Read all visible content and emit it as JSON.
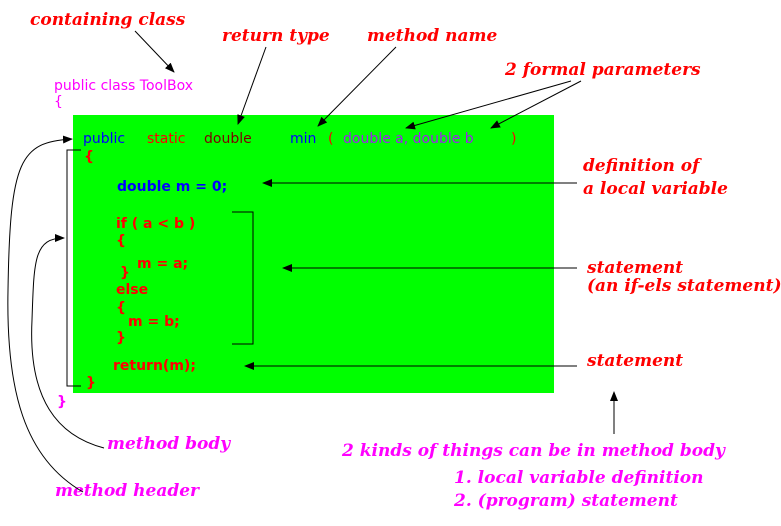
{
  "colors": {
    "box": "#00ff00",
    "annotation_red": "#ff0000",
    "annotation_magenta": "#ff00ff",
    "keyword_blue": "#0000ff",
    "type_dark": "#7f0000",
    "param_purple": "#a020f0"
  },
  "code": {
    "class_decl": "public class ToolBox",
    "class_open": "{",
    "kw_public": "public",
    "kw_static": "static",
    "ret_type": "double",
    "method_name": "min",
    "paren_open": "(",
    "params": "double a, double b",
    "paren_close": ")",
    "body_open": "{",
    "local_var": "double m = 0;",
    "if_line": "if ( a < b )",
    "if_open": "{",
    "assign_a": "m = a;",
    "if_close": "}",
    "else_kw": "else",
    "else_open": "{",
    "assign_b": "m = b;",
    "else_close": "}",
    "return_stmt": "return(m);",
    "body_close": "}",
    "class_close": "}"
  },
  "annotations": {
    "containing_class": "containing class",
    "return_type": "return type",
    "method_name": "method name",
    "formal_params": "2 formal parameters",
    "local_def_line1": "definition of",
    "local_def_line2": "a local variable",
    "statement_line1": "statement",
    "statement_line2": "(an if-els statement)",
    "statement2": "statement",
    "method_body": "method body",
    "method_header": "method header",
    "kinds_title": "2 kinds of things can be in method body",
    "kinds_1": "1. local variable definition",
    "kinds_2": "2. (program) statement"
  }
}
